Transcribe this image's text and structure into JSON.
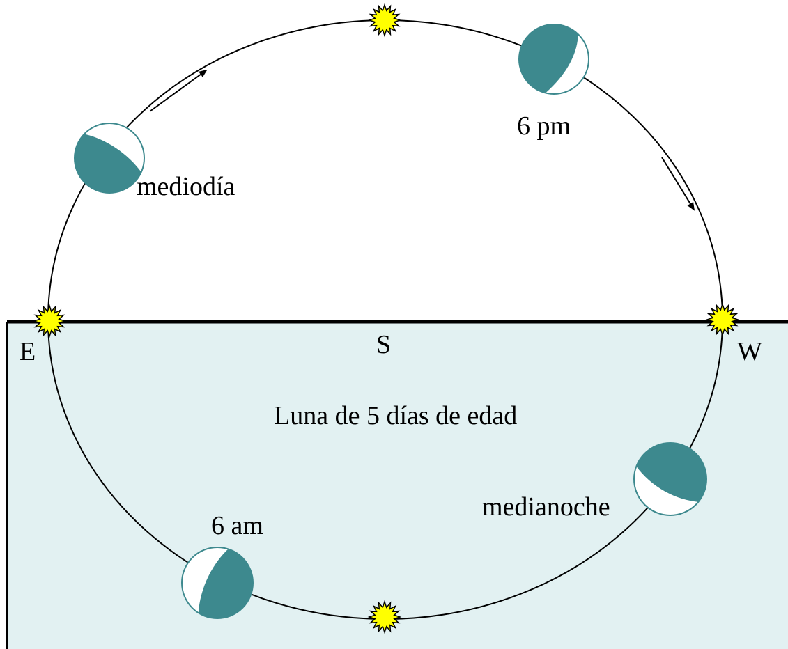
{
  "labels": {
    "east": "E",
    "south": "S",
    "west": "W",
    "title": "Luna de 5 días de edad",
    "noon": "mediodía",
    "evening": "6 pm",
    "midnight": "medianoche",
    "morning": "6 am"
  },
  "colors": {
    "ground": "#e2f1f2",
    "moon_dark": "#3d898e",
    "moon_light": "#ffffff",
    "moon_outline": "#3d898e",
    "sun_fill": "#ffff00",
    "sun_outline": "#000000",
    "orbit": "#000000",
    "horizon": "#000000"
  },
  "icons": {
    "sun": "sun-icon",
    "moon": "moon-phase-icon",
    "arrow": "direction-arrow-icon"
  }
}
